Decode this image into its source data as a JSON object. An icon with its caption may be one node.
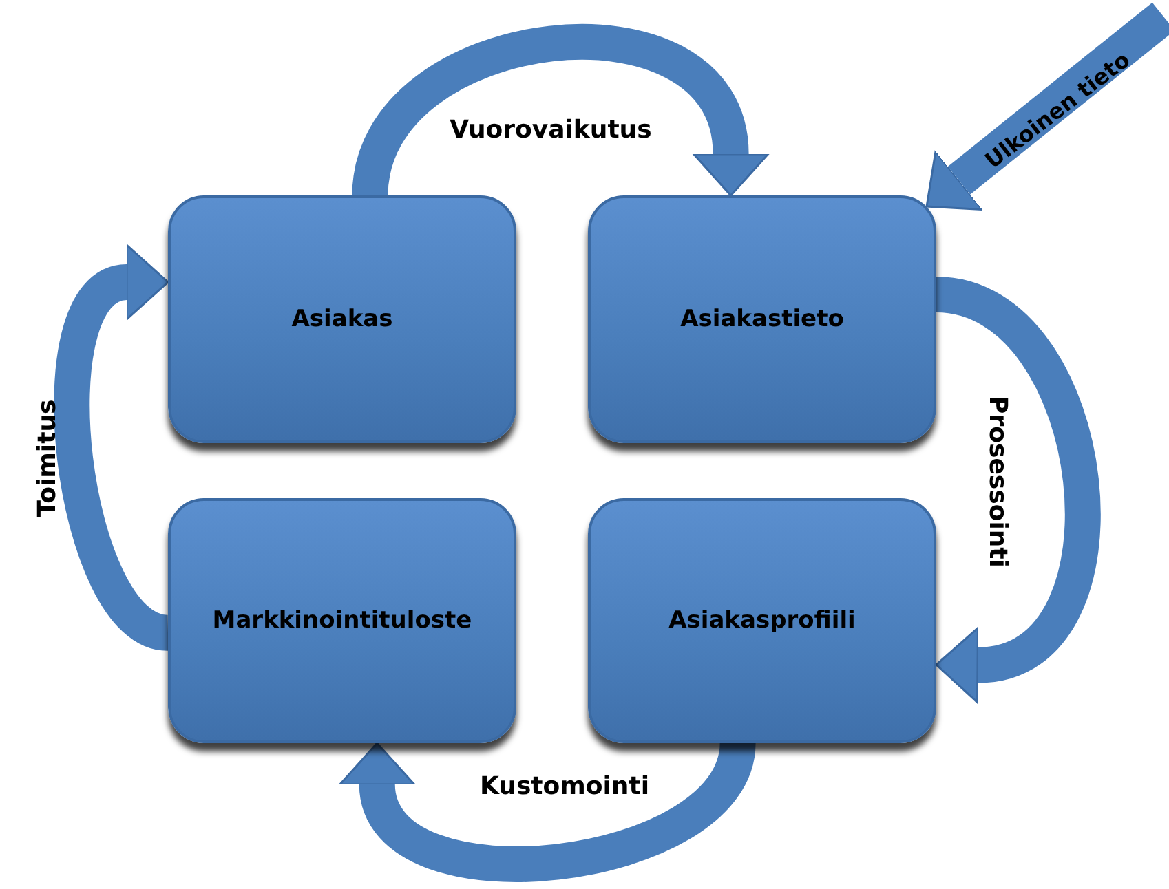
{
  "diagram": {
    "nodes": [
      {
        "text": [
          "Asiakas"
        ]
      },
      {
        "text": [
          "Asiakastieto"
        ]
      },
      {
        "text": [
          "Markkinointituloste"
        ]
      },
      {
        "text": [
          "Asiakasprofiili"
        ]
      }
    ],
    "edges": [
      {
        "from": 0,
        "to": 1,
        "arrow": "to",
        "label": "Vuorovaikutus"
      },
      {
        "from": 1,
        "to": 3,
        "arrow": "to",
        "label": "Prosessointi"
      },
      {
        "from": 3,
        "to": 2,
        "arrow": "to",
        "label": "Kustomointi"
      },
      {
        "from": 2,
        "to": 0,
        "arrow": "to",
        "label": "Toimitus"
      },
      {
        "from": null,
        "to": 1,
        "arrow": "to",
        "label": "Ulkoinen tieto"
      }
    ]
  }
}
